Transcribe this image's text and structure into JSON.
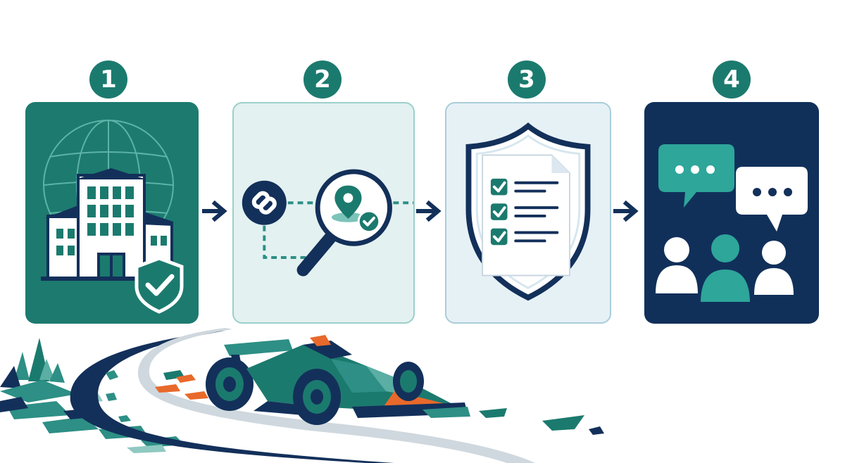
{
  "steps": [
    {
      "number": "1",
      "icon": "building-globe-shield-icon"
    },
    {
      "number": "2",
      "icon": "link-search-location-icon"
    },
    {
      "number": "3",
      "icon": "shield-checklist-icon"
    },
    {
      "number": "4",
      "icon": "people-chat-icon"
    }
  ],
  "colors": {
    "teal": "#1d7a6f",
    "light_teal": "#e3f1f1",
    "light_blue": "#e6f1f6",
    "navy": "#10305a",
    "orange": "#e8692b"
  },
  "decoration": {
    "icon": "race-car-icon"
  }
}
